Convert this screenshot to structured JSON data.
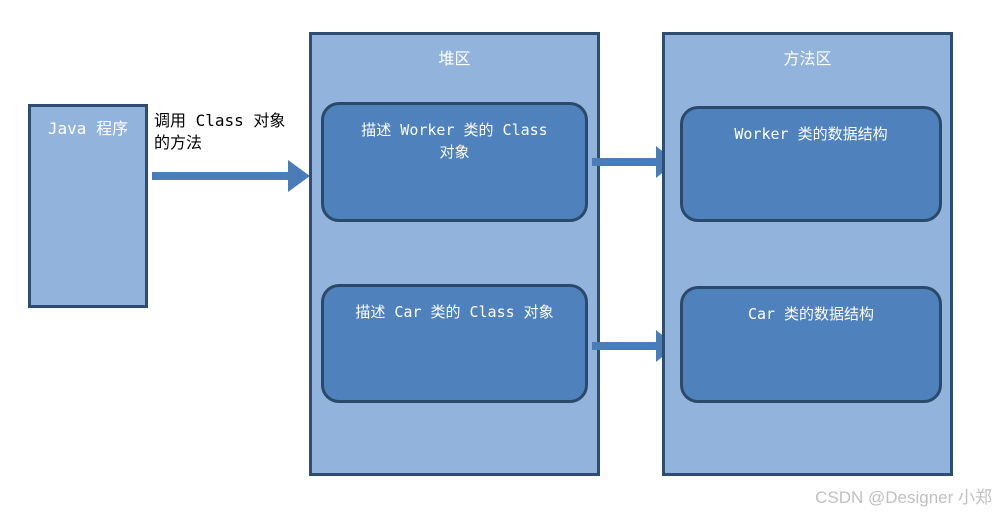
{
  "diagram": {
    "colors": {
      "background": "#ffffff",
      "container_fill": "#92b4dc",
      "container_border": "#2e4d71",
      "node_fill": "#4f81bd",
      "node_border": "#2b4a6b",
      "arrow": "#4a7cb8",
      "node_text": "#ffffff",
      "label_text": "#000000",
      "watermark_text": "#c0c0c0"
    },
    "java_program_box": {
      "label": "Java 程序"
    },
    "call_arrow": {
      "label": "调用 Class 对象的方法"
    },
    "heap": {
      "title": "堆区",
      "nodes": [
        {
          "label": "描述 Worker 类的 Class 对象"
        },
        {
          "label": "描述 Car 类的 Class 对象"
        }
      ]
    },
    "method_area": {
      "title": "方法区",
      "nodes": [
        {
          "label": "Worker 类的数据结构"
        },
        {
          "label": "Car 类的数据结构"
        }
      ]
    },
    "arrows": [
      {
        "from": "heap-node-worker",
        "to": "method-node-worker"
      },
      {
        "from": "heap-node-car",
        "to": "method-node-car"
      }
    ],
    "watermark": "CSDN @Designer 小郑"
  }
}
